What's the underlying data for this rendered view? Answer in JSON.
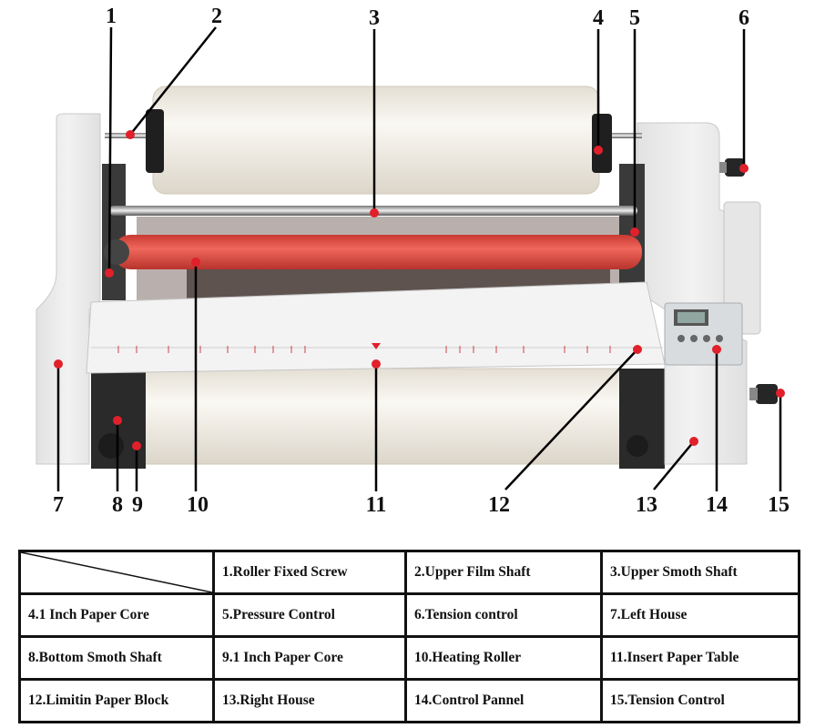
{
  "callouts": [
    "1",
    "2",
    "3",
    "4",
    "5",
    "6",
    "7",
    "8",
    "9",
    "10",
    "11",
    "12",
    "13",
    "14",
    "15"
  ],
  "legend": {
    "rows": [
      [
        "",
        "1.Roller Fixed Screw",
        "2.Upper Film Shaft",
        "3.Upper Smoth Shaft"
      ],
      [
        "4.1 Inch Paper Core",
        "5.Pressure Control",
        "6.Tension control",
        "7.Left House"
      ],
      [
        "8.Bottom Smoth Shaft",
        "9.1 Inch Paper Core",
        "10.Heating Roller",
        "11.Insert Paper Table"
      ],
      [
        "12.Limitin Paper Block",
        "13.Right House",
        "14.Control Pannel",
        "15.Tension Control"
      ]
    ]
  },
  "colors": {
    "marker": "#e0202a",
    "heating_roller": "#e8584e",
    "film_roll": "#f1ede4",
    "machine_body": "#ececec",
    "text": "#111111"
  },
  "icons": [
    "laminator-machine-illustration",
    "red-dot-marker",
    "tension-knob-icon"
  ]
}
